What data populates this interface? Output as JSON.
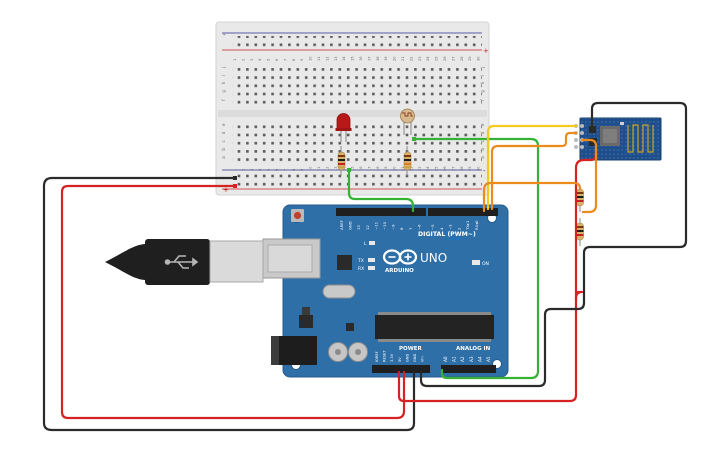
{
  "breadboard": {
    "column_numbers": [
      "1",
      "2",
      "3",
      "4",
      "5",
      "6",
      "7",
      "8",
      "9",
      "10",
      "11",
      "12",
      "13",
      "14",
      "15",
      "16",
      "17",
      "18",
      "19",
      "20",
      "21",
      "22",
      "23",
      "24",
      "25",
      "26",
      "27",
      "28",
      "29",
      "30"
    ],
    "row_letters_top": [
      "j",
      "i",
      "h",
      "g",
      "f"
    ],
    "row_letters_bottom": [
      "e",
      "d",
      "c",
      "b",
      "a"
    ],
    "rail_plus": "+",
    "rail_minus": "-"
  },
  "arduino": {
    "brand": "ARDUINO",
    "model": "UNO",
    "digital_header_label": "DIGITAL (PWM~)",
    "analog_header_label": "ANALOG IN",
    "power_header_label": "POWER",
    "led_l": "L",
    "led_tx": "TX",
    "led_rx": "RX",
    "led_on": "ON",
    "digital_pins": [
      "AREF",
      "GND",
      "13",
      "12",
      "~11",
      "~10",
      "~9",
      "8",
      "7",
      "~6",
      "~5",
      "4",
      "~3",
      "2",
      "TX▸1",
      "RX◂0"
    ],
    "analog_pins": [
      "A0",
      "A1",
      "A2",
      "A3",
      "A4",
      "A5"
    ],
    "power_pins": [
      "IOREF",
      "RESET",
      "3.3V",
      "5V",
      "GND",
      "GND",
      "Vin"
    ]
  },
  "colors": {
    "board": "#2f6fa8",
    "breadboard": "#e9e9e9",
    "wire_black": "#2b2b2b",
    "wire_red": "#d62222",
    "wire_green": "#35b233",
    "wire_orange": "#ec8a1b",
    "wire_yellow": "#f1cc1d",
    "led": "#b81818"
  },
  "icons": {
    "usb_cable": "usb-cable-icon",
    "usb_symbol": "usb-symbol-icon",
    "wifi_module": "esp8266-module-icon"
  }
}
